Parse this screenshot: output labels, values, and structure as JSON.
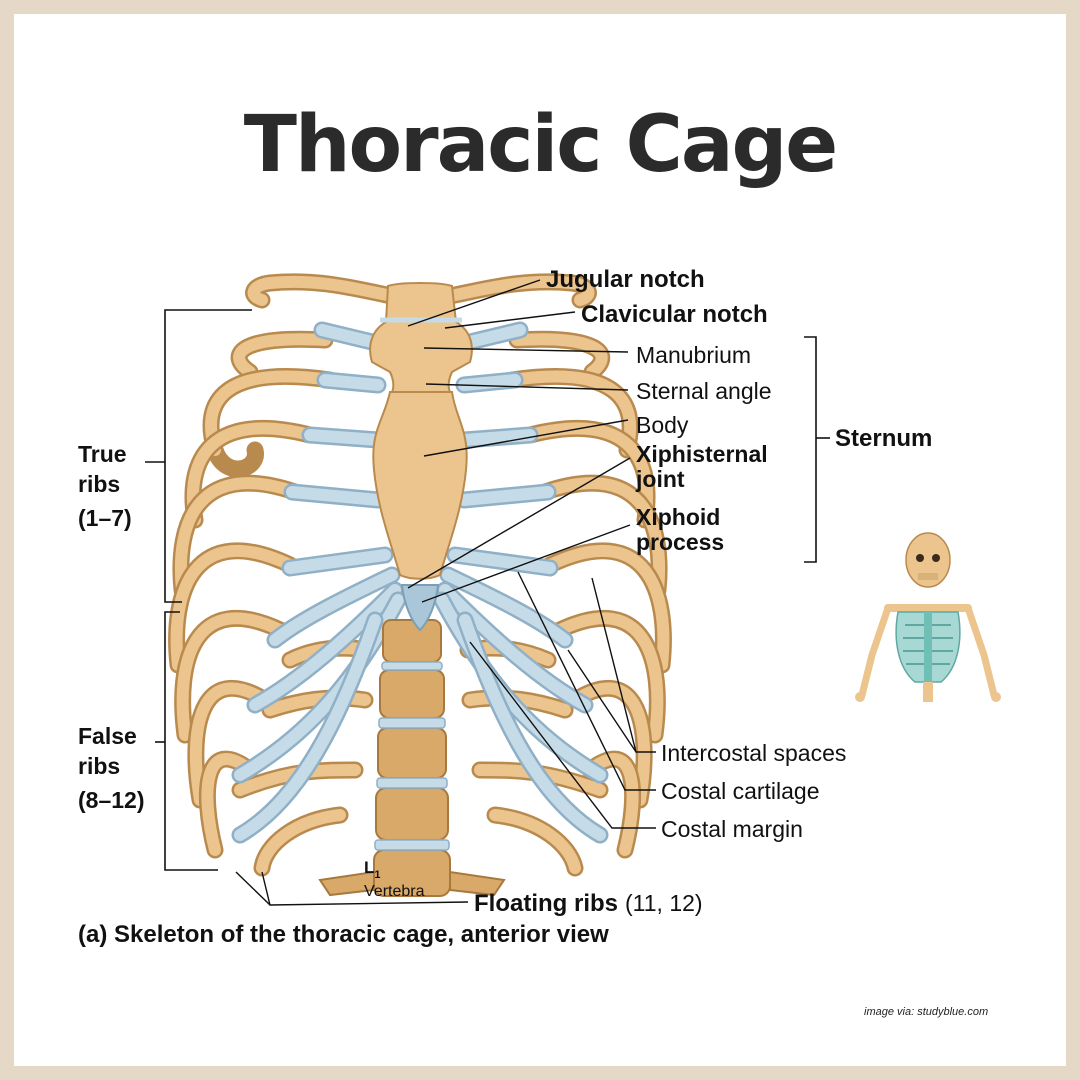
{
  "title": "Thoracic Cage",
  "labels": {
    "jugular_notch": "Jugular notch",
    "clavicular_notch": "Clavicular notch",
    "manubrium": "Manubrium",
    "sternal_angle": "Sternal angle",
    "body": "Body",
    "xiphisternal_joint_1": "Xiphisternal",
    "xiphisternal_joint_2": "joint",
    "xiphoid_process_1": "Xiphoid",
    "xiphoid_process_2": "process",
    "sternum": "Sternum",
    "true_ribs_1": "True",
    "true_ribs_2": "ribs",
    "true_ribs_3": "(1–7)",
    "false_ribs_1": "False",
    "false_ribs_2": "ribs",
    "false_ribs_3": "(8–12)",
    "intercostal_spaces": "Intercostal spaces",
    "costal_cartilage": "Costal cartilage",
    "costal_margin": "Costal margin",
    "l1": "L",
    "l1_sub": "1",
    "vertebra": "Vertebra",
    "floating_ribs": "Floating ribs",
    "floating_ribs_num": "(11, 12)"
  },
  "caption": "(a) Skeleton of the thoracic cage, anterior view",
  "credit": "image via: studyblue.com",
  "colors": {
    "bone": "#ecc48d",
    "bone_shadow": "#b98a4e",
    "cartilage": "#c6dbe8",
    "cartilage_shadow": "#8fb0c6",
    "border": "#e6d8c6"
  }
}
